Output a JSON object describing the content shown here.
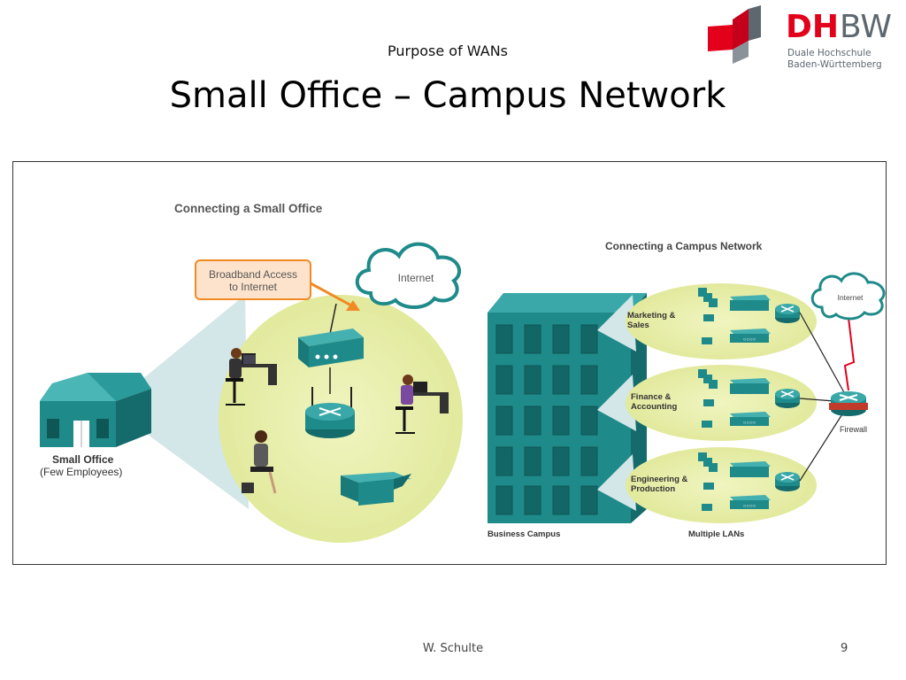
{
  "slide": {
    "subtitle": "Purpose of WANs",
    "title": "Small Office – Campus Network",
    "author": "W. Schulte",
    "page_number": "9"
  },
  "logo": {
    "brand_dh": "DH",
    "brand_bw": "BW",
    "line1": "Duale Hochschule",
    "line2": "Baden-Württemberg",
    "colors": {
      "red": "#e2001a",
      "gray": "#5d6770"
    }
  },
  "diagram": {
    "small_office_heading": "Connecting a Small Office",
    "broadband_line1": "Broadband Access",
    "broadband_line2": "to Internet",
    "internet_label": "Internet",
    "small_office_line1": "Small Office",
    "small_office_line2": "(Few Employees)",
    "campus_heading": "Connecting a Campus Network",
    "departments": [
      {
        "line1": "Marketing &",
        "line2": "Sales"
      },
      {
        "line1": "Finance &",
        "line2": "Accounting"
      },
      {
        "line1": "Engineering &",
        "line2": "Production"
      }
    ],
    "campus_internet_label": "Internet",
    "firewall_label": "Firewall",
    "business_campus_label": "Business Campus",
    "multiple_lans_label": "Multiple LANs",
    "colors": {
      "teal": "#1f8a8a",
      "teal_dark": "#156b6b",
      "bubble": "#e6eda0",
      "orange": "#f08a24",
      "callout_fill": "#fde3cc"
    },
    "icons": [
      "house-icon",
      "cloud-icon",
      "modem-icon",
      "router-icon",
      "printer-icon",
      "person-icon",
      "computer-icon",
      "switch-icon",
      "laptop-icon",
      "firewall-icon",
      "lightning-icon",
      "building-icon"
    ]
  }
}
